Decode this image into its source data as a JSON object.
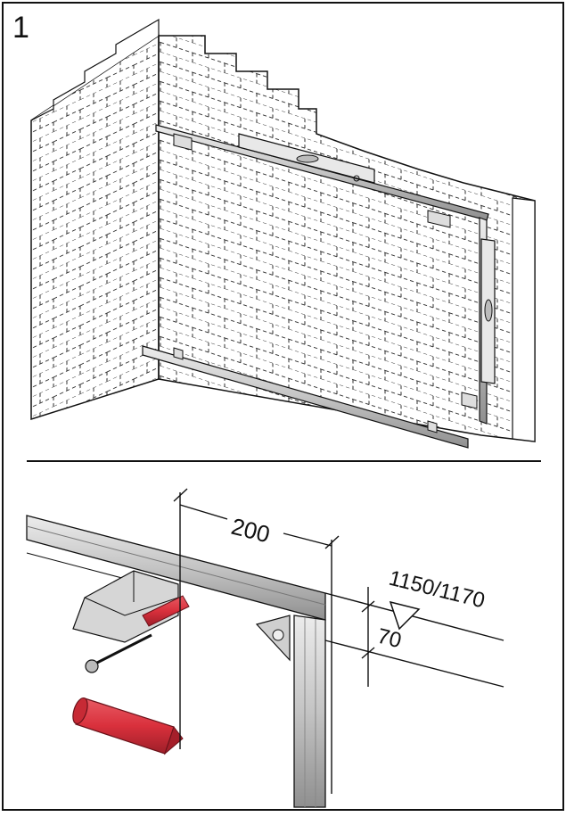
{
  "step": {
    "number": "1"
  },
  "dimensions": {
    "spacing": "200",
    "height": "1150/1170",
    "offset": "70"
  },
  "colors": {
    "anchor": "#d9303c",
    "anchor_dark": "#8e1b24",
    "profile": "#c9c9c9",
    "profile_dark": "#8a8a8a",
    "wall": "#ffffff",
    "line": "#1a1a1a"
  }
}
